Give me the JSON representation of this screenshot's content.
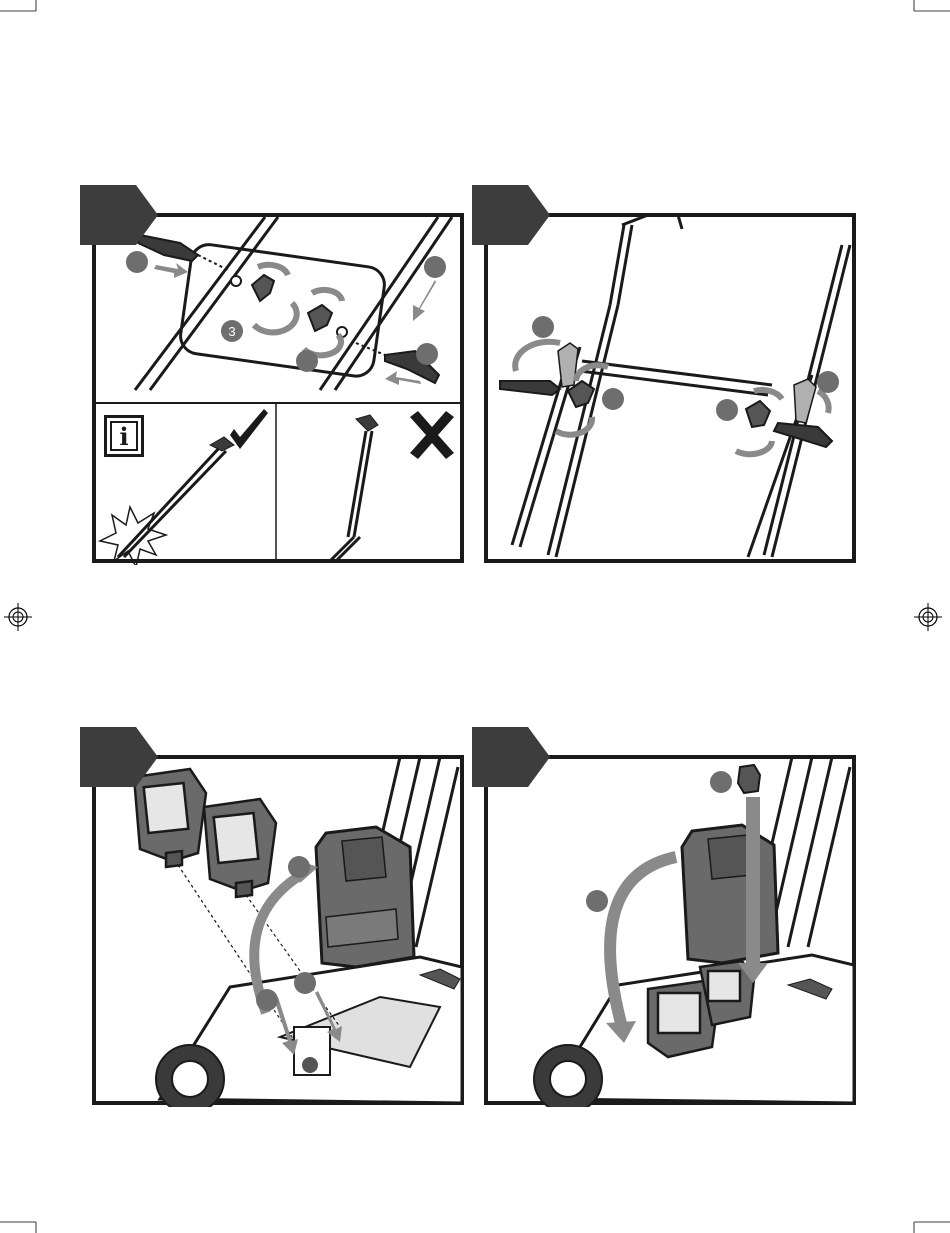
{
  "panels": [
    {
      "id": "step-1",
      "callouts": [
        {
          "label": ""
        },
        {
          "label": "3"
        },
        {
          "label": ""
        },
        {
          "label": ""
        },
        {
          "label": ""
        }
      ]
    },
    {
      "id": "step-2",
      "callouts": [
        {
          "label": ""
        },
        {
          "label": ""
        },
        {
          "label": ""
        },
        {
          "label": ""
        }
      ]
    },
    {
      "id": "step-3",
      "callouts": [
        {
          "label": ""
        },
        {
          "label": ""
        },
        {
          "label": ""
        }
      ]
    },
    {
      "id": "step-4",
      "callouts": [
        {
          "label": ""
        },
        {
          "label": ""
        }
      ]
    }
  ],
  "info_icon": {
    "glyph": "i"
  },
  "colors": {
    "ink": "#1a1a1a",
    "tab": "#3d3d3d",
    "callout": "#6e6e6e",
    "arrow": "#8a8a8a",
    "hatch": "#555555"
  }
}
